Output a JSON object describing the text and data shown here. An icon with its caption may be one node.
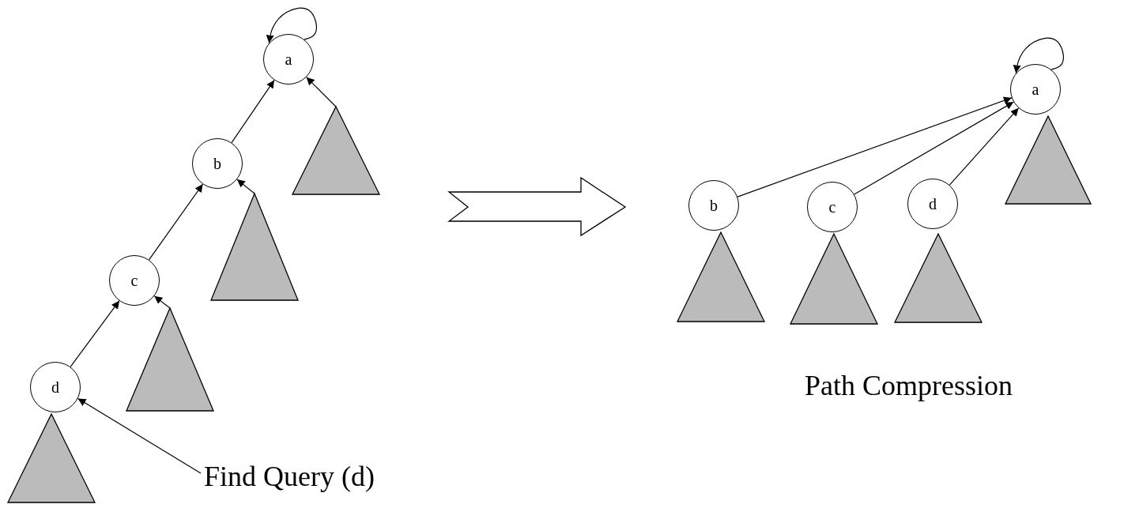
{
  "diagram": {
    "nodes": [
      {
        "text": [
          "a"
        ]
      },
      {
        "text": [
          "b"
        ]
      },
      {
        "text": [
          "c"
        ]
      },
      {
        "text": [
          "d"
        ]
      },
      {
        "text": [],
        "shape": "triangle"
      },
      {
        "text": [],
        "shape": "triangle"
      },
      {
        "text": [],
        "shape": "triangle"
      },
      {
        "text": [],
        "shape": "triangle"
      },
      {
        "text": [
          "Find Query (d)"
        ]
      },
      {
        "text": [
          "a"
        ]
      },
      {
        "text": [
          "b"
        ]
      },
      {
        "text": [
          "c"
        ]
      },
      {
        "text": [
          "d"
        ]
      },
      {
        "text": [],
        "shape": "triangle"
      },
      {
        "text": [],
        "shape": "triangle"
      },
      {
        "text": [],
        "shape": "triangle"
      },
      {
        "text": [],
        "shape": "triangle"
      }
    ],
    "edges": [
      {
        "from": 0,
        "to": 0,
        "arrow": "to"
      },
      {
        "from": 1,
        "to": 0,
        "arrow": "to"
      },
      {
        "from": 4,
        "to": 0,
        "arrow": "to"
      },
      {
        "from": 2,
        "to": 1,
        "arrow": "to"
      },
      {
        "from": 5,
        "to": 1,
        "arrow": "to"
      },
      {
        "from": 3,
        "to": 2,
        "arrow": "to"
      },
      {
        "from": 6,
        "to": 2,
        "arrow": "to"
      },
      {
        "from": 8,
        "to": 3,
        "arrow": "to"
      },
      {
        "from": 9,
        "to": 9,
        "arrow": "to"
      },
      {
        "from": 10,
        "to": 9,
        "arrow": "to"
      },
      {
        "from": 11,
        "to": 9,
        "arrow": "to"
      },
      {
        "from": 12,
        "to": 9,
        "arrow": "to"
      }
    ],
    "labels": [
      "Path Compression"
    ]
  }
}
